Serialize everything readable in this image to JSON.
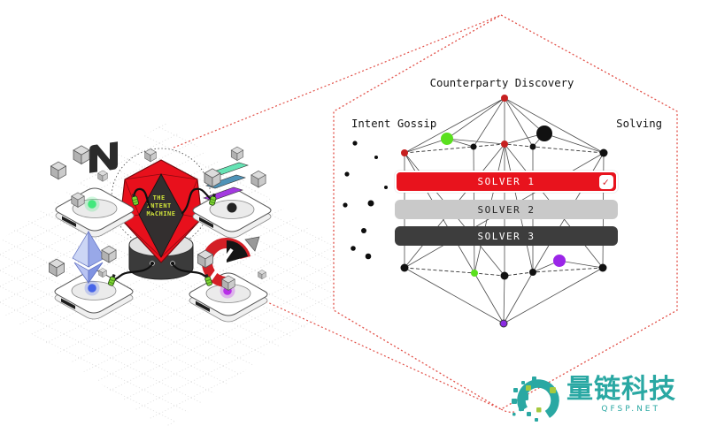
{
  "panel": {
    "title": "Counterparty Discovery",
    "left_label": "Intent Gossip",
    "right_label": "Solving",
    "solvers": [
      {
        "label": "SOLVER 1",
        "selected": true,
        "bg": "#e8131d",
        "fg": "#ffffff"
      },
      {
        "label": "SOLVER 2",
        "selected": false,
        "bg": "#c9c9c9",
        "fg": "#262626"
      },
      {
        "label": "SOLVER 3",
        "selected": false,
        "bg": "#3d3d3d",
        "fg": "#ffffff"
      }
    ],
    "check_glyph": "✓"
  },
  "machine": {
    "label_lines": [
      "THE",
      "INTENT",
      "MACHINE"
    ]
  },
  "chain_logos": [
    "near-logo",
    "solana-logo",
    "ethereum-logo",
    "red-ring-chain-logo"
  ],
  "watermark": {
    "brand": "量链科技",
    "site": "QFSP.NET"
  },
  "colors": {
    "solver_red": "#e8131d",
    "callout_red": "#e25048",
    "machine_red": "#e8101c",
    "machine_label_green": "#cfe23a",
    "node_green": "#5ae01e",
    "node_purple": "#9b26e8",
    "watermark_teal": "#2aa8a3",
    "watermark_green": "#a6c93e"
  }
}
